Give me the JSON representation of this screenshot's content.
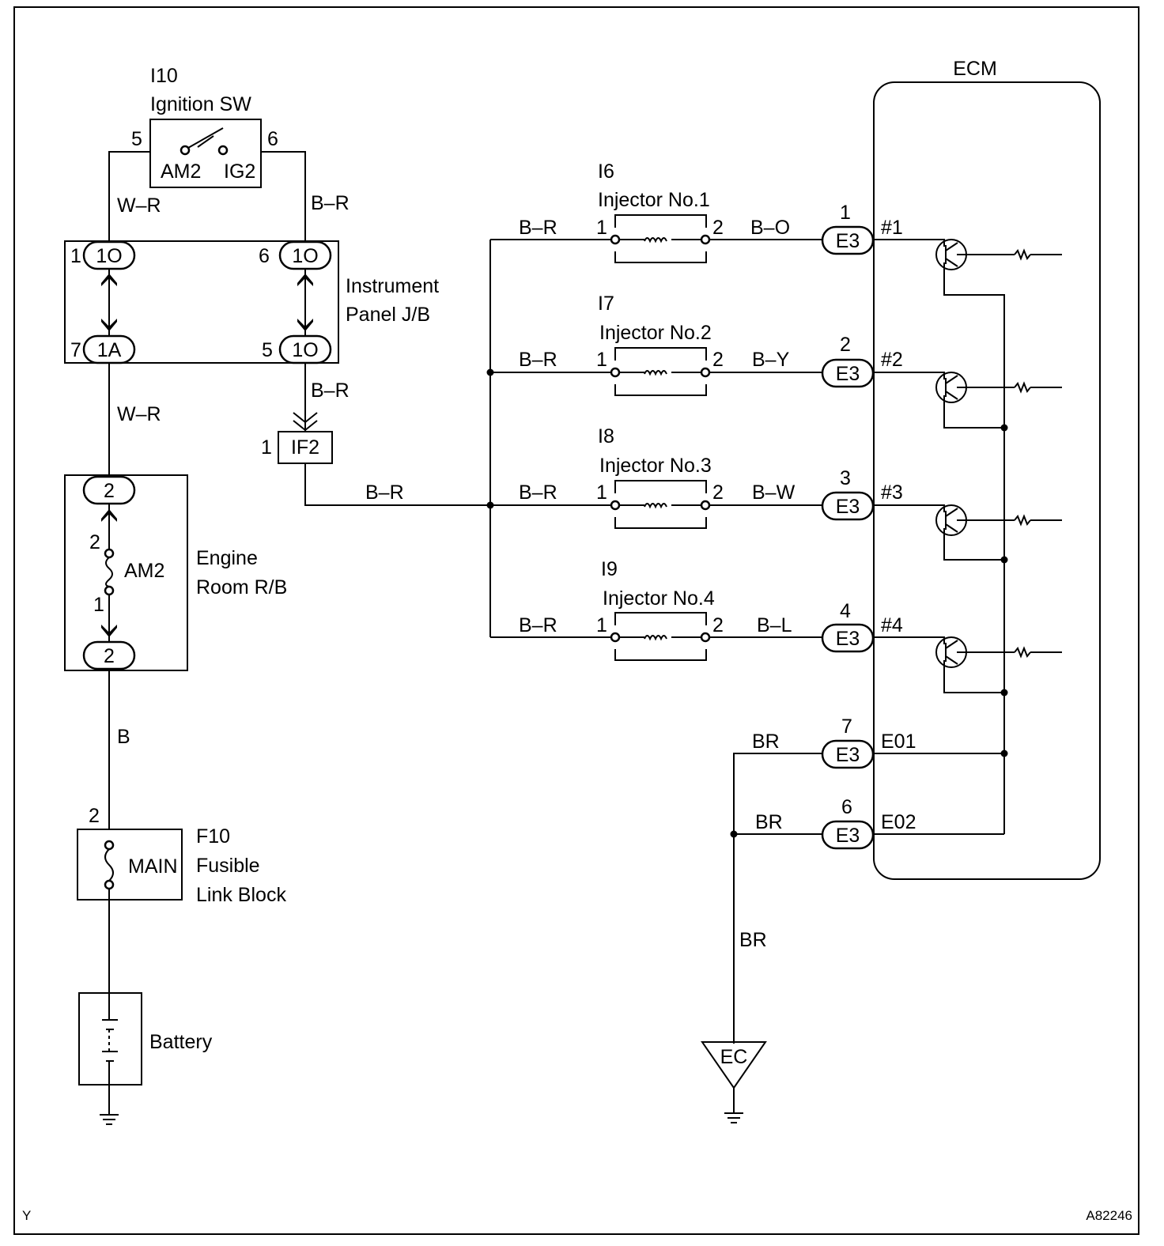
{
  "ignition_sw": {
    "code": "I10",
    "name": "Ignition SW",
    "pin_left": "5",
    "pin_right": "6",
    "term_left": "AM2",
    "term_right": "IG2"
  },
  "wires": {
    "w_r_top": "W–R",
    "b_r_top": "B–R",
    "w_r_mid": "W–R",
    "b_r_mid": "B–R",
    "b_r_horiz": "B–R",
    "b_main": "B",
    "inj_in": [
      "B–R",
      "B–R",
      "B–R",
      "B–R"
    ],
    "inj_out": [
      "B–O",
      "B–Y",
      "B–W",
      "B–L"
    ],
    "br_e01": "BR",
    "br_e02": "BR",
    "br_ground": "BR"
  },
  "ip_jb": {
    "name_line1": "Instrument",
    "name_line2": "Panel J/B",
    "pin_tl": "1",
    "conn_tl": "1O",
    "pin_tr": "6",
    "conn_tr": "1O",
    "pin_bl": "7",
    "conn_bl": "1A",
    "pin_br": "5",
    "conn_br": "1O"
  },
  "if2": {
    "pin": "1",
    "label": "IF2"
  },
  "engine_rb": {
    "name_line1": "Engine",
    "name_line2": "Room R/B",
    "conn_top": "2",
    "conn_bottom": "2",
    "fuse": "AM2",
    "pin_upper": "2",
    "pin_lower": "1"
  },
  "fusible": {
    "code": "F10",
    "name_line1": "Fusible",
    "name_line2": "Link Block",
    "pin": "2",
    "fuse": "MAIN"
  },
  "battery": {
    "label": "Battery"
  },
  "injectors": [
    {
      "code": "I6",
      "name": "Injector No.1",
      "pin_in": "1",
      "pin_out": "2",
      "ecm_pin": "1",
      "conn": "E3",
      "ecm_term": "#1"
    },
    {
      "code": "I7",
      "name": "Injector No.2",
      "pin_in": "1",
      "pin_out": "2",
      "ecm_pin": "2",
      "conn": "E3",
      "ecm_term": "#2"
    },
    {
      "code": "I8",
      "name": "Injector No.3",
      "pin_in": "1",
      "pin_out": "2",
      "ecm_pin": "3",
      "conn": "E3",
      "ecm_term": "#3"
    },
    {
      "code": "I9",
      "name": "Injector No.4",
      "pin_in": "1",
      "pin_out": "2",
      "ecm_pin": "4",
      "conn": "E3",
      "ecm_term": "#4"
    }
  ],
  "ecm": {
    "label": "ECM",
    "e01": {
      "pin": "7",
      "conn": "E3",
      "term": "E01"
    },
    "e02": {
      "pin": "6",
      "conn": "E3",
      "term": "E02"
    }
  },
  "ground_point": {
    "label": "EC"
  },
  "corner": {
    "left": "Y",
    "right": "A82246"
  }
}
